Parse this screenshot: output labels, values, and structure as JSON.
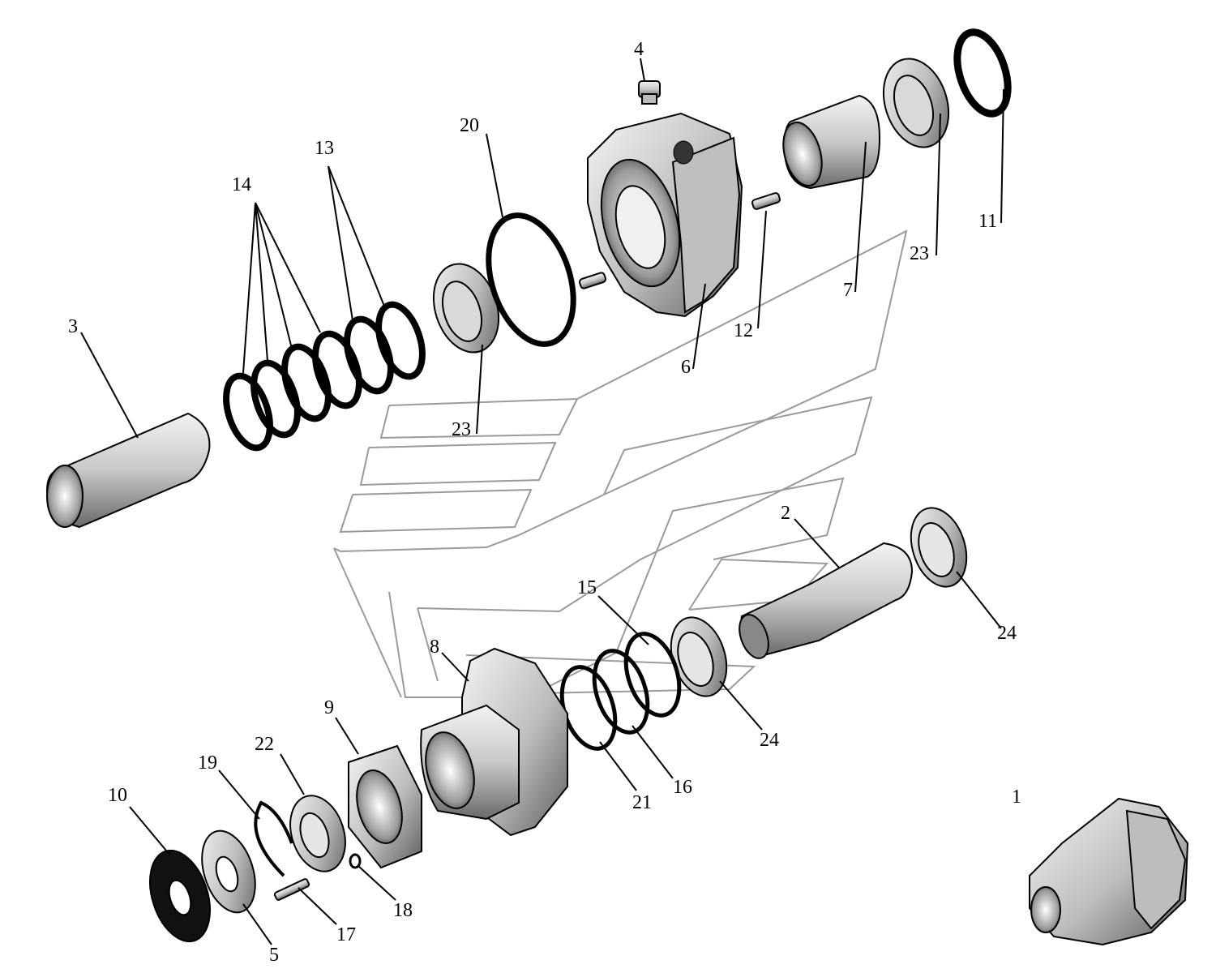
{
  "diagram": {
    "labels": [
      {
        "id": "p1",
        "text": "1"
      },
      {
        "id": "p2",
        "text": "2"
      },
      {
        "id": "p3",
        "text": "3"
      },
      {
        "id": "p4",
        "text": "4"
      },
      {
        "id": "p5",
        "text": "5"
      },
      {
        "id": "p6",
        "text": "6"
      },
      {
        "id": "p7",
        "text": "7"
      },
      {
        "id": "p8",
        "text": "8"
      },
      {
        "id": "p9",
        "text": "9"
      },
      {
        "id": "p10",
        "text": "10"
      },
      {
        "id": "p11",
        "text": "11"
      },
      {
        "id": "p12",
        "text": "12"
      },
      {
        "id": "p13",
        "text": "13"
      },
      {
        "id": "p14",
        "text": "14"
      },
      {
        "id": "p15",
        "text": "15"
      },
      {
        "id": "p16",
        "text": "16"
      },
      {
        "id": "p17",
        "text": "17"
      },
      {
        "id": "p18",
        "text": "18"
      },
      {
        "id": "p19",
        "text": "19"
      },
      {
        "id": "p20",
        "text": "20"
      },
      {
        "id": "p21",
        "text": "21"
      },
      {
        "id": "p22",
        "text": "22"
      },
      {
        "id": "p23a",
        "text": "23"
      },
      {
        "id": "p23b",
        "text": "23"
      },
      {
        "id": "p24a",
        "text": "24"
      },
      {
        "id": "p24b",
        "text": "24"
      }
    ],
    "colors": {
      "line": "#000000",
      "metal_light": "#e6e6e6",
      "metal_dark": "#6e6e6e",
      "guide": "#9a9a9a"
    }
  }
}
